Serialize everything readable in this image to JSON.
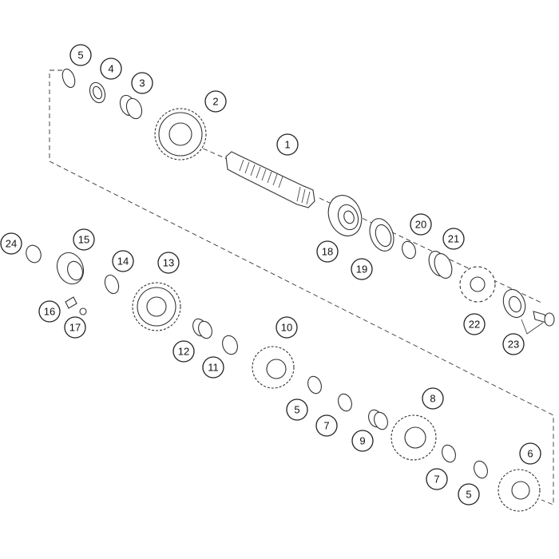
{
  "callouts": [
    {
      "id": "c1",
      "label": "1"
    },
    {
      "id": "c2",
      "label": "2"
    },
    {
      "id": "c3",
      "label": "3"
    },
    {
      "id": "c4",
      "label": "4"
    },
    {
      "id": "c5a",
      "label": "5"
    },
    {
      "id": "c5b",
      "label": "5"
    },
    {
      "id": "c5c",
      "label": "5"
    },
    {
      "id": "c6",
      "label": "6"
    },
    {
      "id": "c7a",
      "label": "7"
    },
    {
      "id": "c7b",
      "label": "7"
    },
    {
      "id": "c8",
      "label": "8"
    },
    {
      "id": "c9",
      "label": "9"
    },
    {
      "id": "c10",
      "label": "10"
    },
    {
      "id": "c11",
      "label": "11"
    },
    {
      "id": "c12",
      "label": "12"
    },
    {
      "id": "c13",
      "label": "13"
    },
    {
      "id": "c14",
      "label": "14"
    },
    {
      "id": "c15",
      "label": "15"
    },
    {
      "id": "c16",
      "label": "16"
    },
    {
      "id": "c17",
      "label": "17"
    },
    {
      "id": "c18",
      "label": "18"
    },
    {
      "id": "c19",
      "label": "19"
    },
    {
      "id": "c20",
      "label": "20"
    },
    {
      "id": "c21",
      "label": "21"
    },
    {
      "id": "c22",
      "label": "22"
    },
    {
      "id": "c23",
      "label": "23"
    },
    {
      "id": "c24",
      "label": "24"
    }
  ]
}
